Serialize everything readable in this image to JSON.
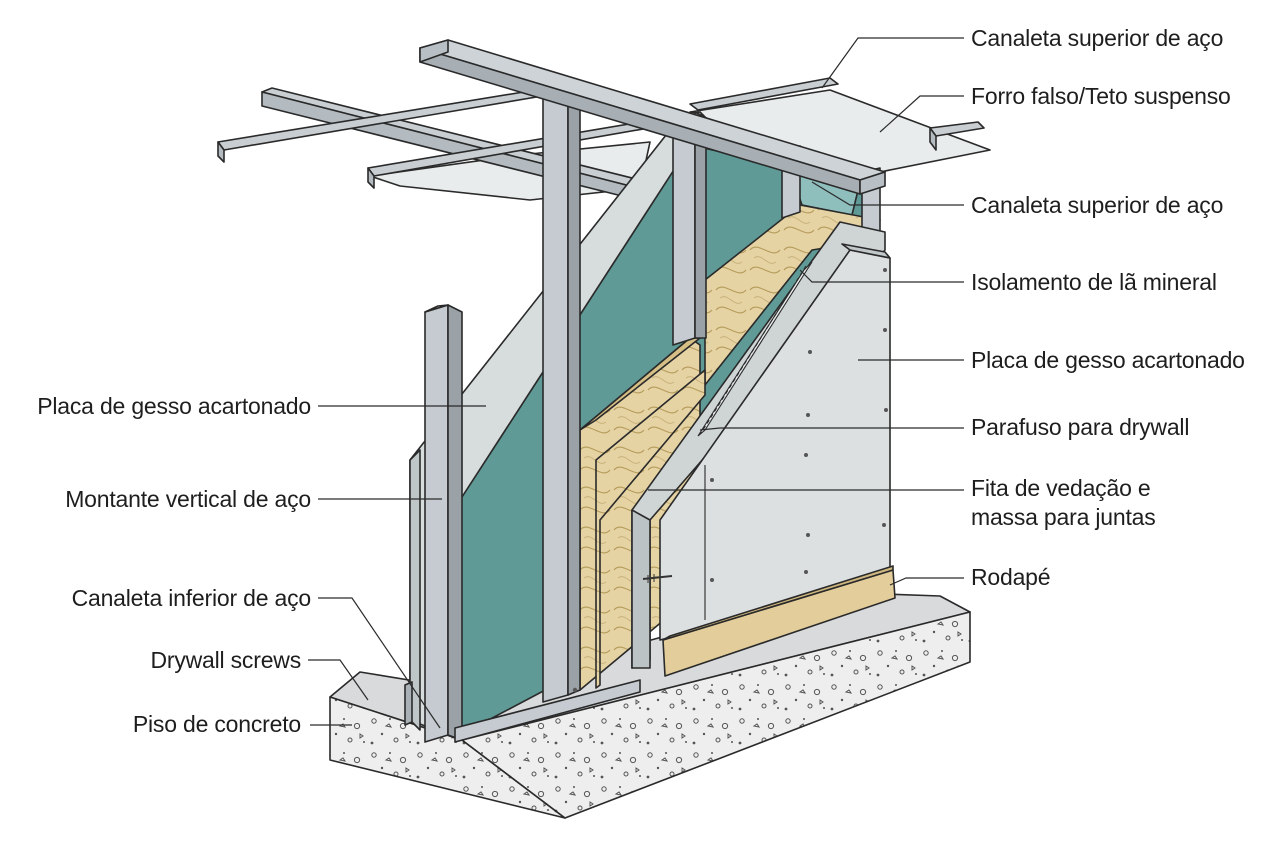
{
  "labels_right": [
    {
      "id": "top-track-upper",
      "text": "Canaleta superior de aço"
    },
    {
      "id": "ceiling",
      "text": "Forro falso/Teto suspenso"
    },
    {
      "id": "top-track",
      "text": "Canaleta superior de aço"
    },
    {
      "id": "insulation",
      "text": "Isolamento de lã mineral"
    },
    {
      "id": "gypsum-right",
      "text": "Placa de gesso acartonado"
    },
    {
      "id": "screw",
      "text": "Parafuso para drywall"
    },
    {
      "id": "joint-tape",
      "text": "Fita de vedação e\nmassa para juntas"
    },
    {
      "id": "baseboard",
      "text": "Rodapé"
    }
  ],
  "labels_left": [
    {
      "id": "gypsum-left",
      "text": "Placa de gesso acartonado"
    },
    {
      "id": "stud",
      "text": "Montante vertical de aço"
    },
    {
      "id": "bottom-track",
      "text": "Canaleta inferior de aço"
    },
    {
      "id": "drywall-screws",
      "text": "Drywall screws"
    },
    {
      "id": "concrete",
      "text": "Piso de concreto"
    }
  ],
  "colors": {
    "steel": "#c5cbd0",
    "steel_dark": "#9aa2a8",
    "gypsum": "#dde0e1",
    "gypsum_back": "#d3d8d9",
    "moisture_board": "#5f9a96",
    "insulation": "#e5d2a3",
    "baseboard": "#e3cd9b",
    "concrete": "#d9dbdb",
    "concrete_side": "#ececec"
  }
}
